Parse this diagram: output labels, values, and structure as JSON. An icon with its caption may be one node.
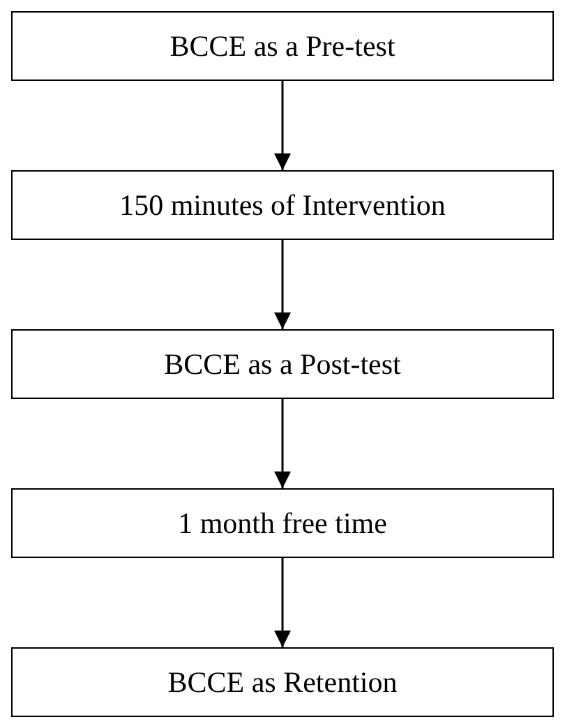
{
  "diagram": {
    "nodes": [
      {
        "text": [
          "BCCE as a Pre-test"
        ]
      },
      {
        "text": [
          "150 minutes of Intervention"
        ]
      },
      {
        "text": [
          "BCCE as a Post-test"
        ]
      },
      {
        "text": [
          "1 month free time"
        ]
      },
      {
        "text": [
          "BCCE as Retention"
        ]
      }
    ],
    "edges": [
      {
        "from": 0,
        "to": 1,
        "arrow": "to"
      },
      {
        "from": 1,
        "to": 2,
        "arrow": "to"
      },
      {
        "from": 2,
        "to": 3,
        "arrow": "to"
      },
      {
        "from": 3,
        "to": 4,
        "arrow": "to"
      }
    ]
  }
}
